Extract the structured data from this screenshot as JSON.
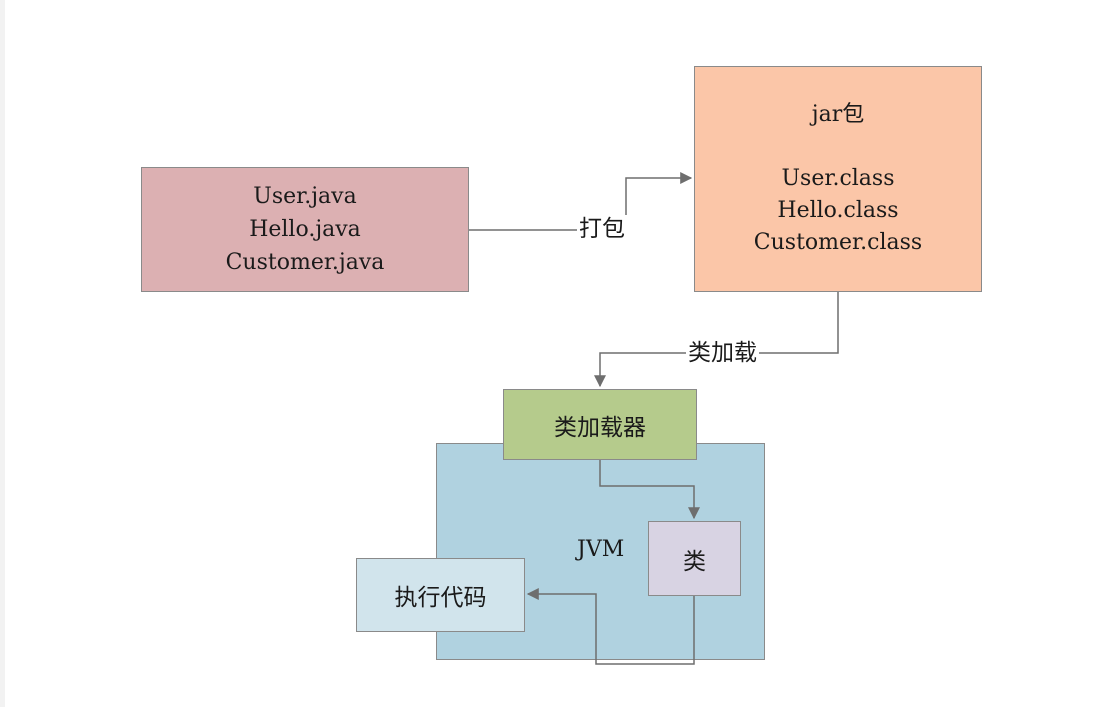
{
  "source_box": {
    "lines": [
      "User.java",
      "Hello.java",
      "Customer.java"
    ]
  },
  "jar_box": {
    "title": "jar包",
    "lines": [
      "User.class",
      "Hello.class",
      "Customer.class"
    ]
  },
  "edge_pack": {
    "label": "打包"
  },
  "edge_load": {
    "label": "类加载"
  },
  "loader_box": {
    "label": "类加载器"
  },
  "jvm_box": {
    "label": "JVM"
  },
  "class_box": {
    "label": "类"
  },
  "exec_box": {
    "label": "执行代码"
  },
  "colors": {
    "source_fill": "#dcb0b2",
    "jar_fill": "#fbc6a8",
    "loader_fill": "#b5cb8c",
    "jvm_fill": "#b0d2e0",
    "class_fill": "#d8d3e3",
    "exec_fill": "#d1e4ec",
    "wire": "#6e6e6e"
  }
}
